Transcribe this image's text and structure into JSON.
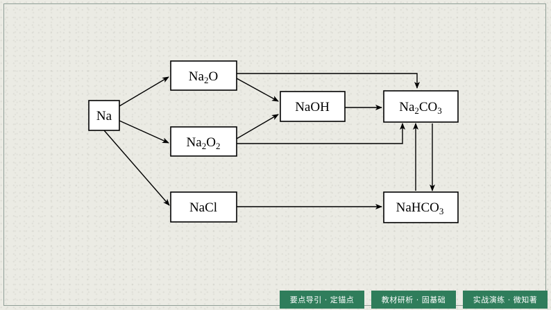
{
  "diagram": {
    "nodes": {
      "na": {
        "base": "Na",
        "sub": ""
      },
      "na2o": {
        "base": "Na",
        "sub": "2",
        "tail": "O",
        "sub2": ""
      },
      "na2o2": {
        "base": "Na",
        "sub": "2",
        "tail": "O",
        "sub2": "2"
      },
      "nacl": {
        "base": "NaCl",
        "sub": ""
      },
      "naoh": {
        "base": "NaOH",
        "sub": ""
      },
      "na2co3": {
        "base": "Na",
        "sub": "2",
        "tail": "CO",
        "sub2": "3"
      },
      "nahco3": {
        "base": "NaHCO",
        "sub": "3"
      }
    }
  },
  "nav": {
    "btn1": "要点导引 · 定锚点",
    "btn2": "教材研析 · 固基础",
    "btn3": "实战演练 · 微知著"
  },
  "colors": {
    "nav_bg": "#2f7d5b",
    "background": "#ebebe4"
  }
}
